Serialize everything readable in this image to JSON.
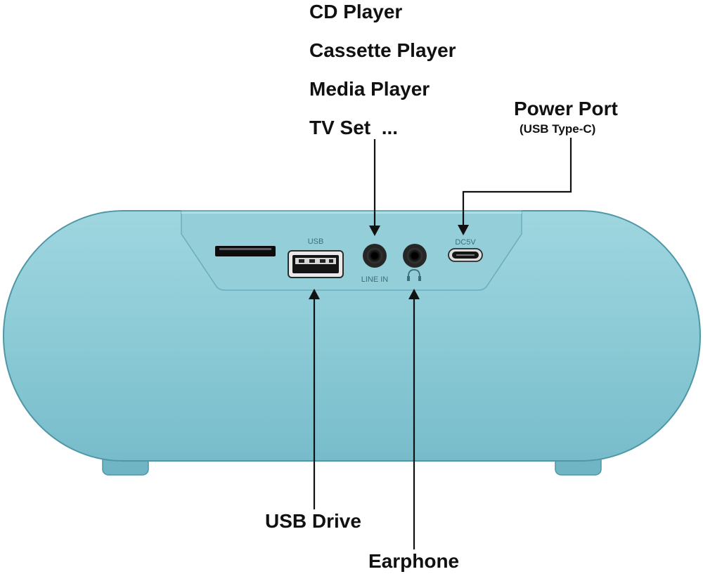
{
  "line_in_sources": [
    "CD Player",
    "Cassette Player",
    "Media Player",
    "TV Set  ..."
  ],
  "power": {
    "title": "Power Port",
    "subtitle": "(USB Type-C)"
  },
  "bottom_labels": {
    "usb": "USB Drive",
    "earphone": "Earphone"
  },
  "panel_labels": {
    "usb": "USB",
    "line_in": "LINE IN",
    "dc": "DC5V"
  },
  "colors": {
    "body": "#8ccbd6",
    "body_edge": "#4f97a6",
    "panel": "#92cdd8",
    "port": "#111111",
    "leader": "#111111"
  }
}
